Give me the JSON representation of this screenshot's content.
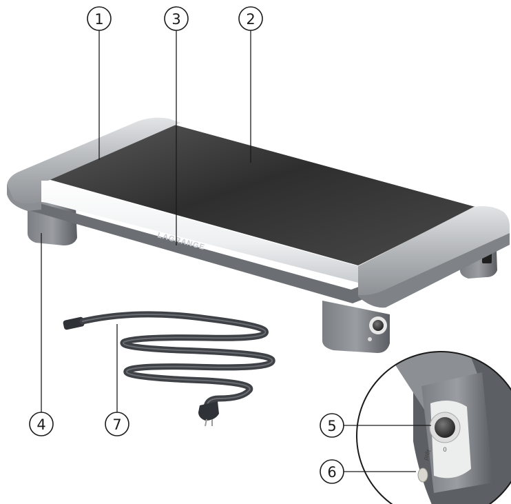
{
  "callouts": {
    "c1": "1",
    "c2": "2",
    "c3": "3",
    "c4": "4",
    "c5": "5",
    "c6": "6",
    "c7": "7"
  },
  "product": {
    "brand_mark": "LAGRANGE",
    "switch_label": "I",
    "switch_off_label": "0",
    "lamp_label": "prêt"
  },
  "colors": {
    "glass": "#3a3a3a",
    "aluminium": "#b9bcbf",
    "body": "#5e6166",
    "cord": "#3e4145"
  }
}
